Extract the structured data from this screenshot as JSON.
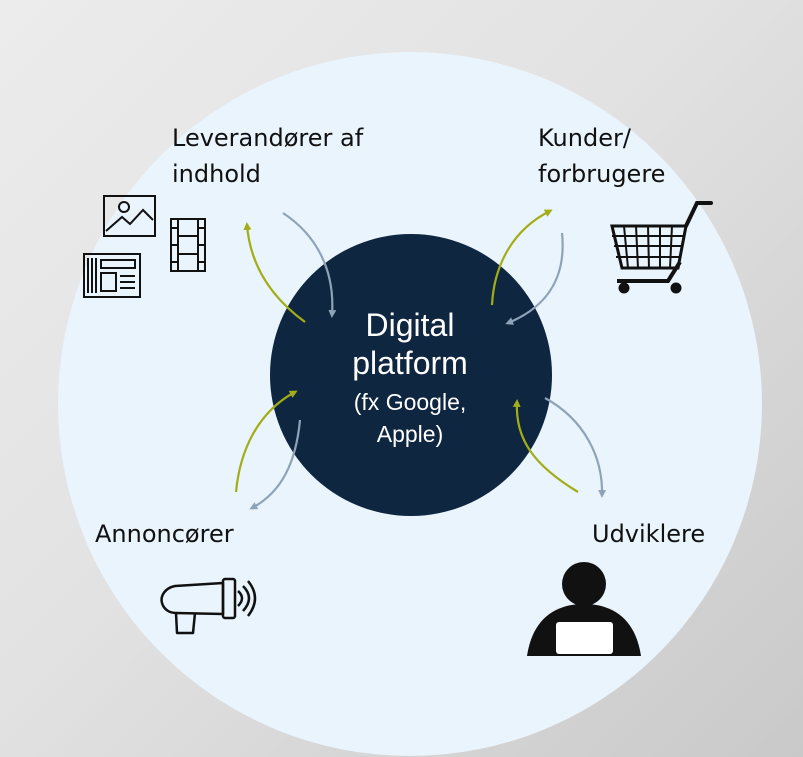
{
  "center": {
    "title_line1": "Digital",
    "title_line2": "platform",
    "subtitle_line1": "(fx Google,",
    "subtitle_line2": "Apple)"
  },
  "actors": {
    "content_providers": {
      "line1": "Leverandører af",
      "line2": "indhold",
      "icons": [
        "image-icon",
        "film-strip-icon",
        "newspaper-icon"
      ]
    },
    "customers": {
      "line1": "Kunder/",
      "line2": "forbrugere",
      "icons": [
        "shopping-cart-icon"
      ]
    },
    "advertisers": {
      "line1": "Annoncører",
      "icons": [
        "megaphone-icon"
      ]
    },
    "developers": {
      "line1": "Udviklere",
      "icons": [
        "person-laptop-icon"
      ]
    }
  },
  "colors": {
    "outer_circle": "#e9f4fc",
    "center_circle": "#0f2640",
    "arrow_green": "#a2ad17",
    "arrow_blue": "#8fa3b8",
    "background": "#e2e2e2"
  }
}
